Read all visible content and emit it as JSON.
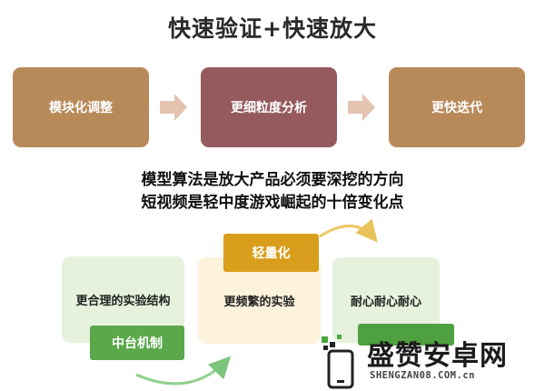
{
  "title": "快速验证+快速放大",
  "steps": [
    {
      "label": "模块化调整"
    },
    {
      "label": "更细粒度分析"
    },
    {
      "label": "更快迭代"
    }
  ],
  "subtitle": {
    "line1": "模型算法是放大产品必须要深挖的方向",
    "line2": "短视频是轻中度游戏崛起的十倍变化点"
  },
  "cards": [
    {
      "label": "更合理的实验结构",
      "tag": "中台机制"
    },
    {
      "label": "更频繁的实验",
      "tag": "轻量化"
    },
    {
      "label": "耐心耐心耐心",
      "tag": ""
    }
  ],
  "watermark": {
    "name": "盛赞安卓网",
    "url": "SHENGZAN08.COM.cn"
  },
  "colors": {
    "step_brown": "#b88a5a",
    "step_mauve": "#955a5e",
    "arrow": "#e4c3b1",
    "card_green": "#e6f2dd",
    "card_cream": "#fdf2dc",
    "tag_green": "#5aa84a",
    "tag_gold": "#d99e1b"
  }
}
